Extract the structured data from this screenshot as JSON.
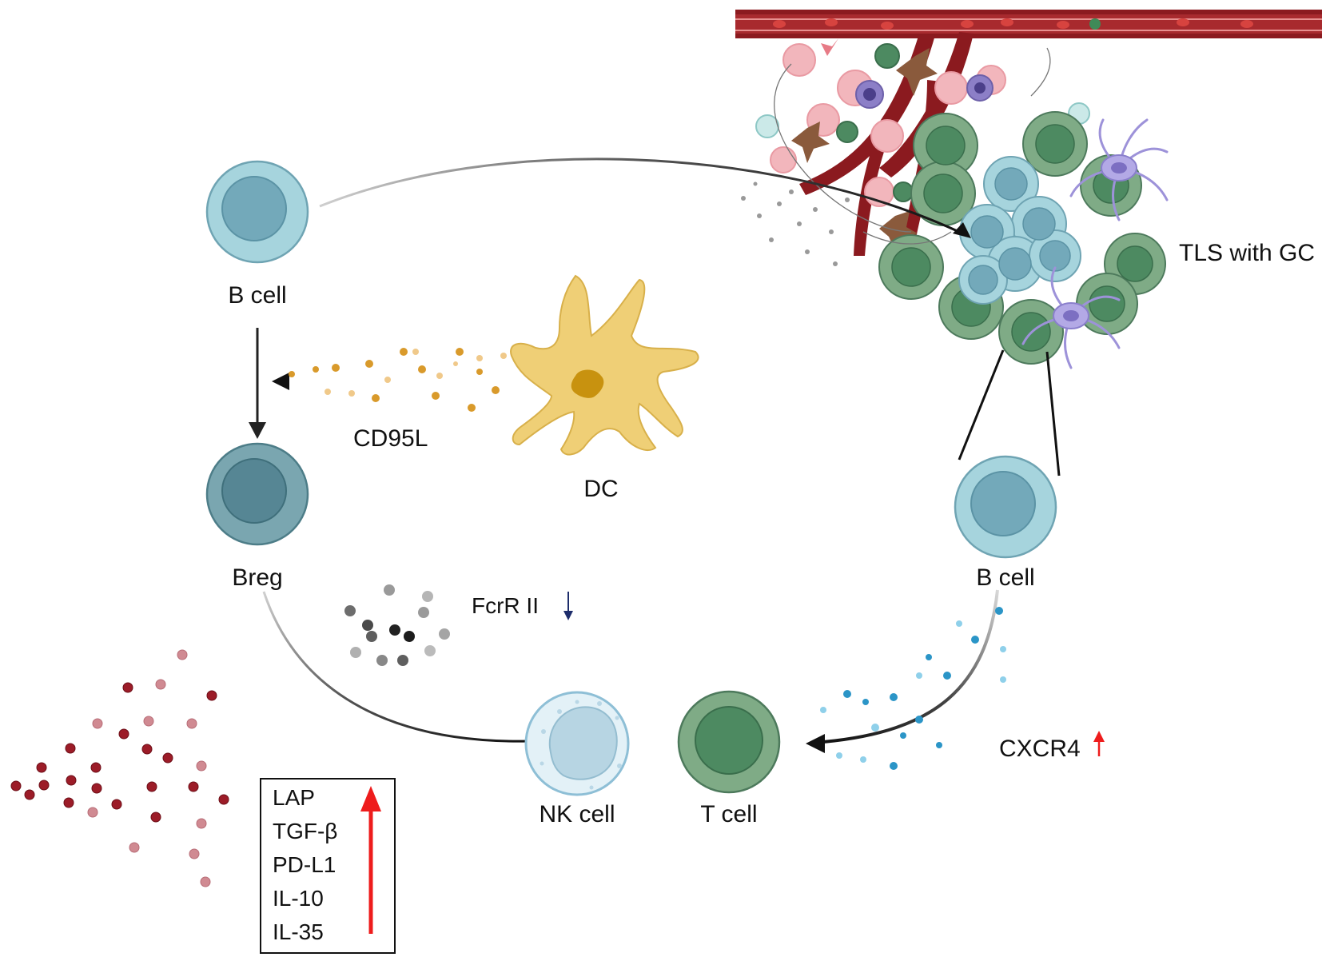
{
  "labels": {
    "b_cell_left": "B cell",
    "breg": "Breg",
    "dc": "DC",
    "cd95l": "CD95L",
    "fcrr": "FcrR II",
    "nk_cell": "NK cell",
    "t_cell": "T cell",
    "b_cell_right": "B cell",
    "cxcr4": "CXCR4",
    "tls": "TLS with GC"
  },
  "markers": [
    "LAP",
    "TGF-β",
    "PD-L1",
    "IL-10",
    "IL-35"
  ],
  "indicators": {
    "fcrr_arrow": "↓",
    "cxcr4_arrow": "↑"
  },
  "colors": {
    "b_cell": "#a6d4dd",
    "b_cell_nucleus": "#73a9ba",
    "breg": "#7aa6b0",
    "breg_nucleus": "#568694",
    "t_cell": "#7fab86",
    "t_cell_nucleus": "#4d8a61",
    "nk_cell": "#d9ebf3",
    "dc": "#efcf76",
    "dc_nucleus": "#c8920f",
    "vessel": "#8b1a1f",
    "cytokine_dark_red": "#9c1c28",
    "increase_arrow": "#ee1c1c",
    "decrease_arrow": "#1d2d6b"
  },
  "icons": [
    "b-cell-icon",
    "breg-cell-icon",
    "dendritic-cell-icon",
    "nk-cell-icon",
    "t-cell-icon",
    "tls-cluster-icon",
    "blood-vessel-icon"
  ]
}
